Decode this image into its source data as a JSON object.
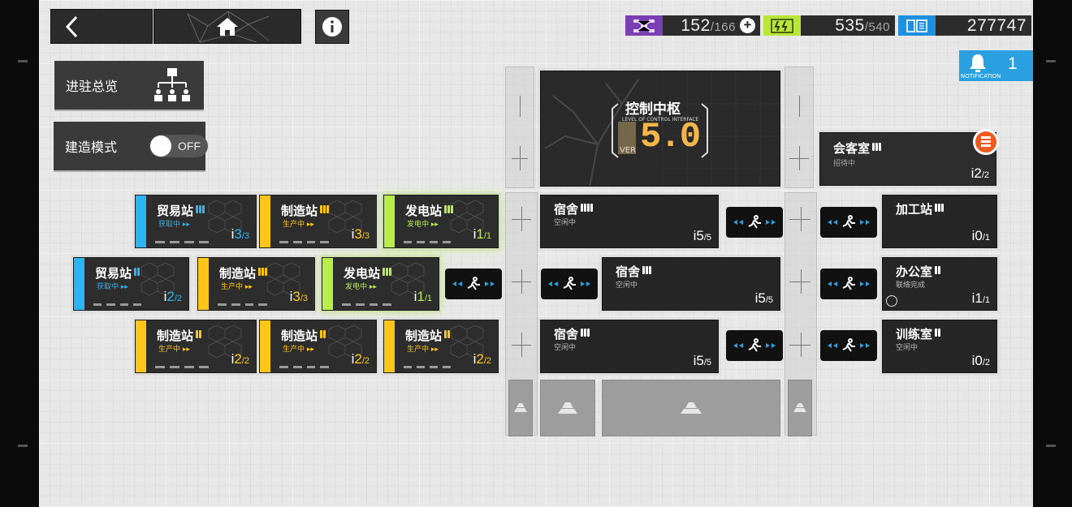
{
  "hud": {
    "back_label": "<",
    "drone": {
      "value": "152",
      "max": "/166",
      "icon": "drone-icon",
      "color": "#7a3fb3"
    },
    "power": {
      "value": "535",
      "max": "/540",
      "icon": "battery-icon",
      "color": "#b8e63a"
    },
    "building_material": {
      "value": "277747",
      "icon": "material-icon",
      "color": "#1f8fe0"
    },
    "notification": {
      "count": "1",
      "label": "NOTIFICATION"
    }
  },
  "left_panel": {
    "overview_label": "进驻总览",
    "build_mode_label": "建造模式",
    "build_mode_state": "OFF"
  },
  "control_center": {
    "name": "控制中枢",
    "sub": "LEVEL OF CONTROL INTERFACE",
    "ver_label": "VER",
    "ver": "5.0"
  },
  "reception": {
    "name": "会客室",
    "status": "招待中",
    "count": "2",
    "max": "/2"
  },
  "colors": {
    "trade": "#2bb5f5",
    "manufacture": "#ffc61a",
    "power": "#b7ee4a"
  },
  "rooms": [
    {
      "key": "trade1",
      "name": "贸易站",
      "status": "获取中 ▸▸",
      "count": "3",
      "max": "/3",
      "type": "trade"
    },
    {
      "key": "mfg1",
      "name": "制造站",
      "status": "生产中 ▸▸",
      "count": "3",
      "max": "/3",
      "type": "manufacture"
    },
    {
      "key": "power1",
      "name": "发电站",
      "status": "发电中 ▸▸",
      "count": "1",
      "max": "/1",
      "type": "power"
    },
    {
      "key": "trade2",
      "name": "贸易站",
      "status": "获取中 ▸▸",
      "count": "2",
      "max": "/2",
      "type": "trade"
    },
    {
      "key": "mfg2",
      "name": "制造站",
      "status": "生产中 ▸▸",
      "count": "3",
      "max": "/3",
      "type": "manufacture"
    },
    {
      "key": "power2",
      "name": "发电站",
      "status": "发电中 ▸▸",
      "count": "1",
      "max": "/1",
      "type": "power"
    },
    {
      "key": "mfg3",
      "name": "制造站",
      "status": "生产中 ▸▸",
      "count": "2",
      "max": "/2",
      "type": "manufacture"
    },
    {
      "key": "mfg4",
      "name": "制造站",
      "status": "生产中 ▸▸",
      "count": "2",
      "max": "/2",
      "type": "manufacture"
    },
    {
      "key": "mfg5",
      "name": "制造站",
      "status": "生产中 ▸▸",
      "count": "2",
      "max": "/2",
      "type": "manufacture"
    }
  ],
  "dorms": [
    {
      "name": "宿舍",
      "status": "空闲中",
      "count": "5",
      "max": "/5"
    },
    {
      "name": "宿舍",
      "status": "空闲中",
      "count": "5",
      "max": "/5"
    },
    {
      "name": "宿舍",
      "status": "空闲中",
      "count": "5",
      "max": "/5"
    }
  ],
  "side_rooms": [
    {
      "name": "加工站",
      "status": "",
      "count": "0",
      "max": "/1"
    },
    {
      "name": "办公室",
      "status": "联络完成",
      "count": "1",
      "max": "/1"
    },
    {
      "name": "训练室",
      "status": "空闲中",
      "count": "0",
      "max": "/2"
    }
  ]
}
